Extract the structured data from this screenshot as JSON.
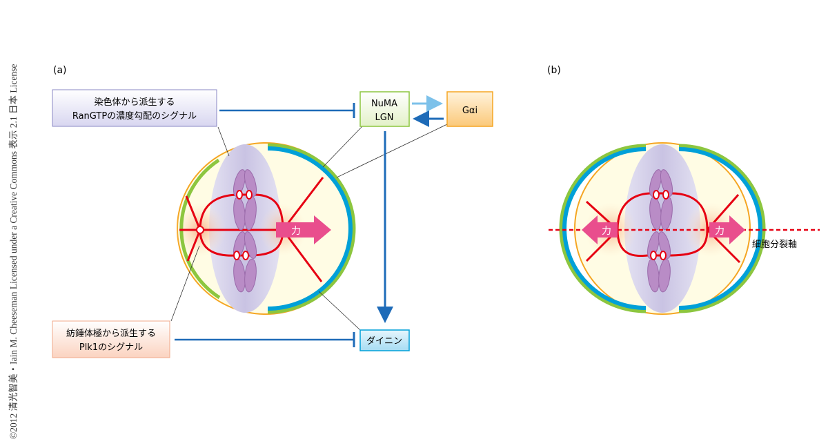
{
  "credit": "©2012 清光智美・Iain M. Cheeseman Licensed under a Creative Commons 表示 2.1 日本 License",
  "panel_a": {
    "label": "(a)",
    "ran_box": [
      "染色体から派生する",
      "RanGTPの濃度勾配のシグナル"
    ],
    "numa_box": [
      "NuMA",
      "LGN"
    ],
    "gai_box": "Gαi",
    "plk1_box": [
      "紡錘体極から派生する",
      "Plk1のシグナル"
    ],
    "dynein_box": "ダイニン",
    "force_label": "力"
  },
  "panel_b": {
    "label": "(b)",
    "force_left": "力",
    "force_right": "力",
    "axis_label": "細胞分裂軸"
  },
  "colors": {
    "red": "#e60012",
    "blue": "#1e6bb8",
    "cyan": "#00a0d8",
    "green": "#8cc63f",
    "orange": "#f5a623",
    "pink": "#e94e8d"
  }
}
